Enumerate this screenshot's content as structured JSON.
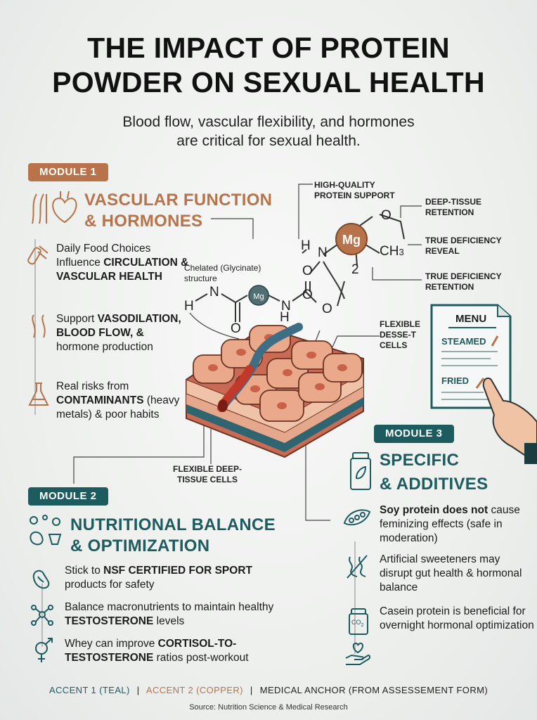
{
  "title_line1": "THE IMPACT OF PROTEIN",
  "title_line2": "POWDER ON SEXUAL HEALTH",
  "subtitle_line1": "Blood flow, vascular flexibility, and hormones",
  "subtitle_line2": "are critical for sexual health.",
  "colors": {
    "teal": "#1c5c5f",
    "copper": "#b9734a"
  },
  "module1": {
    "pill": "MODULE 1",
    "heading_line1": "VASCULAR FUNCTION",
    "heading_line2": "& HORMONES",
    "items": [
      {
        "icon": "food-bar-icon",
        "pre": "Daily Food Choices Influence ",
        "bold": "CIRCULATION & VASCULAR HEALTH",
        "post": ""
      },
      {
        "icon": "vessel-icon",
        "pre": "Support ",
        "bold": "VASODILATION, BLOOD FLOW, &",
        "post": " hormone production"
      },
      {
        "icon": "flask-icon",
        "pre": "Real risks from ",
        "bold": "CONTAMINANTS",
        "post": " (heavy metals) & poor habits"
      }
    ]
  },
  "module2": {
    "pill": "MODULE 2",
    "heading_line1": "NUTRITIONAL BALANCE",
    "heading_line2": "& OPTIMIZATION",
    "items": [
      {
        "icon": "bean-icon",
        "pre": "Stick to ",
        "bold": "NSF CERTIFIED FOR SPORT",
        "post": " products for safety"
      },
      {
        "icon": "molecule-icon",
        "pre": "Balance macronutrients to maintain healthy ",
        "bold": "TESTOSTERONE",
        "post": " levels"
      },
      {
        "icon": "gender-icon",
        "pre": "Whey can improve ",
        "bold": "CORTISOL-TO-TESTOSTERONE",
        "post": " ratios post-workout"
      }
    ]
  },
  "module3": {
    "pill": "MODULE 3",
    "heading_line1": "SPECIFIC",
    "heading_line2": "& ADDITIVES",
    "items": [
      {
        "icon": "soy-pod-icon",
        "bold": "Soy protein does not",
        "post": " cause feminizing effects (safe in moderation)"
      },
      {
        "icon": "no-sweetener-icon",
        "bold": "",
        "post": "Artificial sweeteners may disrupt gut health & hormonal balance"
      },
      {
        "icon": "casein-jar-icon",
        "bold": "",
        "post": "Casein protein is beneficial for overnight hormonal optimization"
      }
    ]
  },
  "diagram": {
    "label_support": "HIGH-QUALITY PROTEIN SUPPORT",
    "label_retention": "DEEP-TISSUE RETENTION",
    "label_reveal": "TRUE DEFICIENCY REVEAL",
    "label_deficiency_retention": "TRUE DEFICIENCY RETENTION",
    "label_chelated": "Chelated (Glycinate) structure",
    "label_flexible_desset": "FLEXIBLE DESSE-T CELLS",
    "label_flexible_deep": "FLEXIBLE DEEP-TISSUE CELLS",
    "mg": "Mg",
    "h": "H",
    "n": "N",
    "o": "O",
    "ch3": "CH",
    "ch3_sub": "3",
    "two": "2"
  },
  "menu": {
    "title": "MENU",
    "item1": "STEAMED",
    "item2": "FRIED"
  },
  "casein_jar_label": "CO",
  "footer": {
    "accent1": "ACCENT 1 (TEAL)",
    "sep": "|",
    "accent2": "ACCENT 2 (COPPER)",
    "anchor": "MEDICAL ANCHOR (FROM ASSESSEMENT FORM)",
    "source": "Source: Nutrition Science & Medical Research"
  }
}
